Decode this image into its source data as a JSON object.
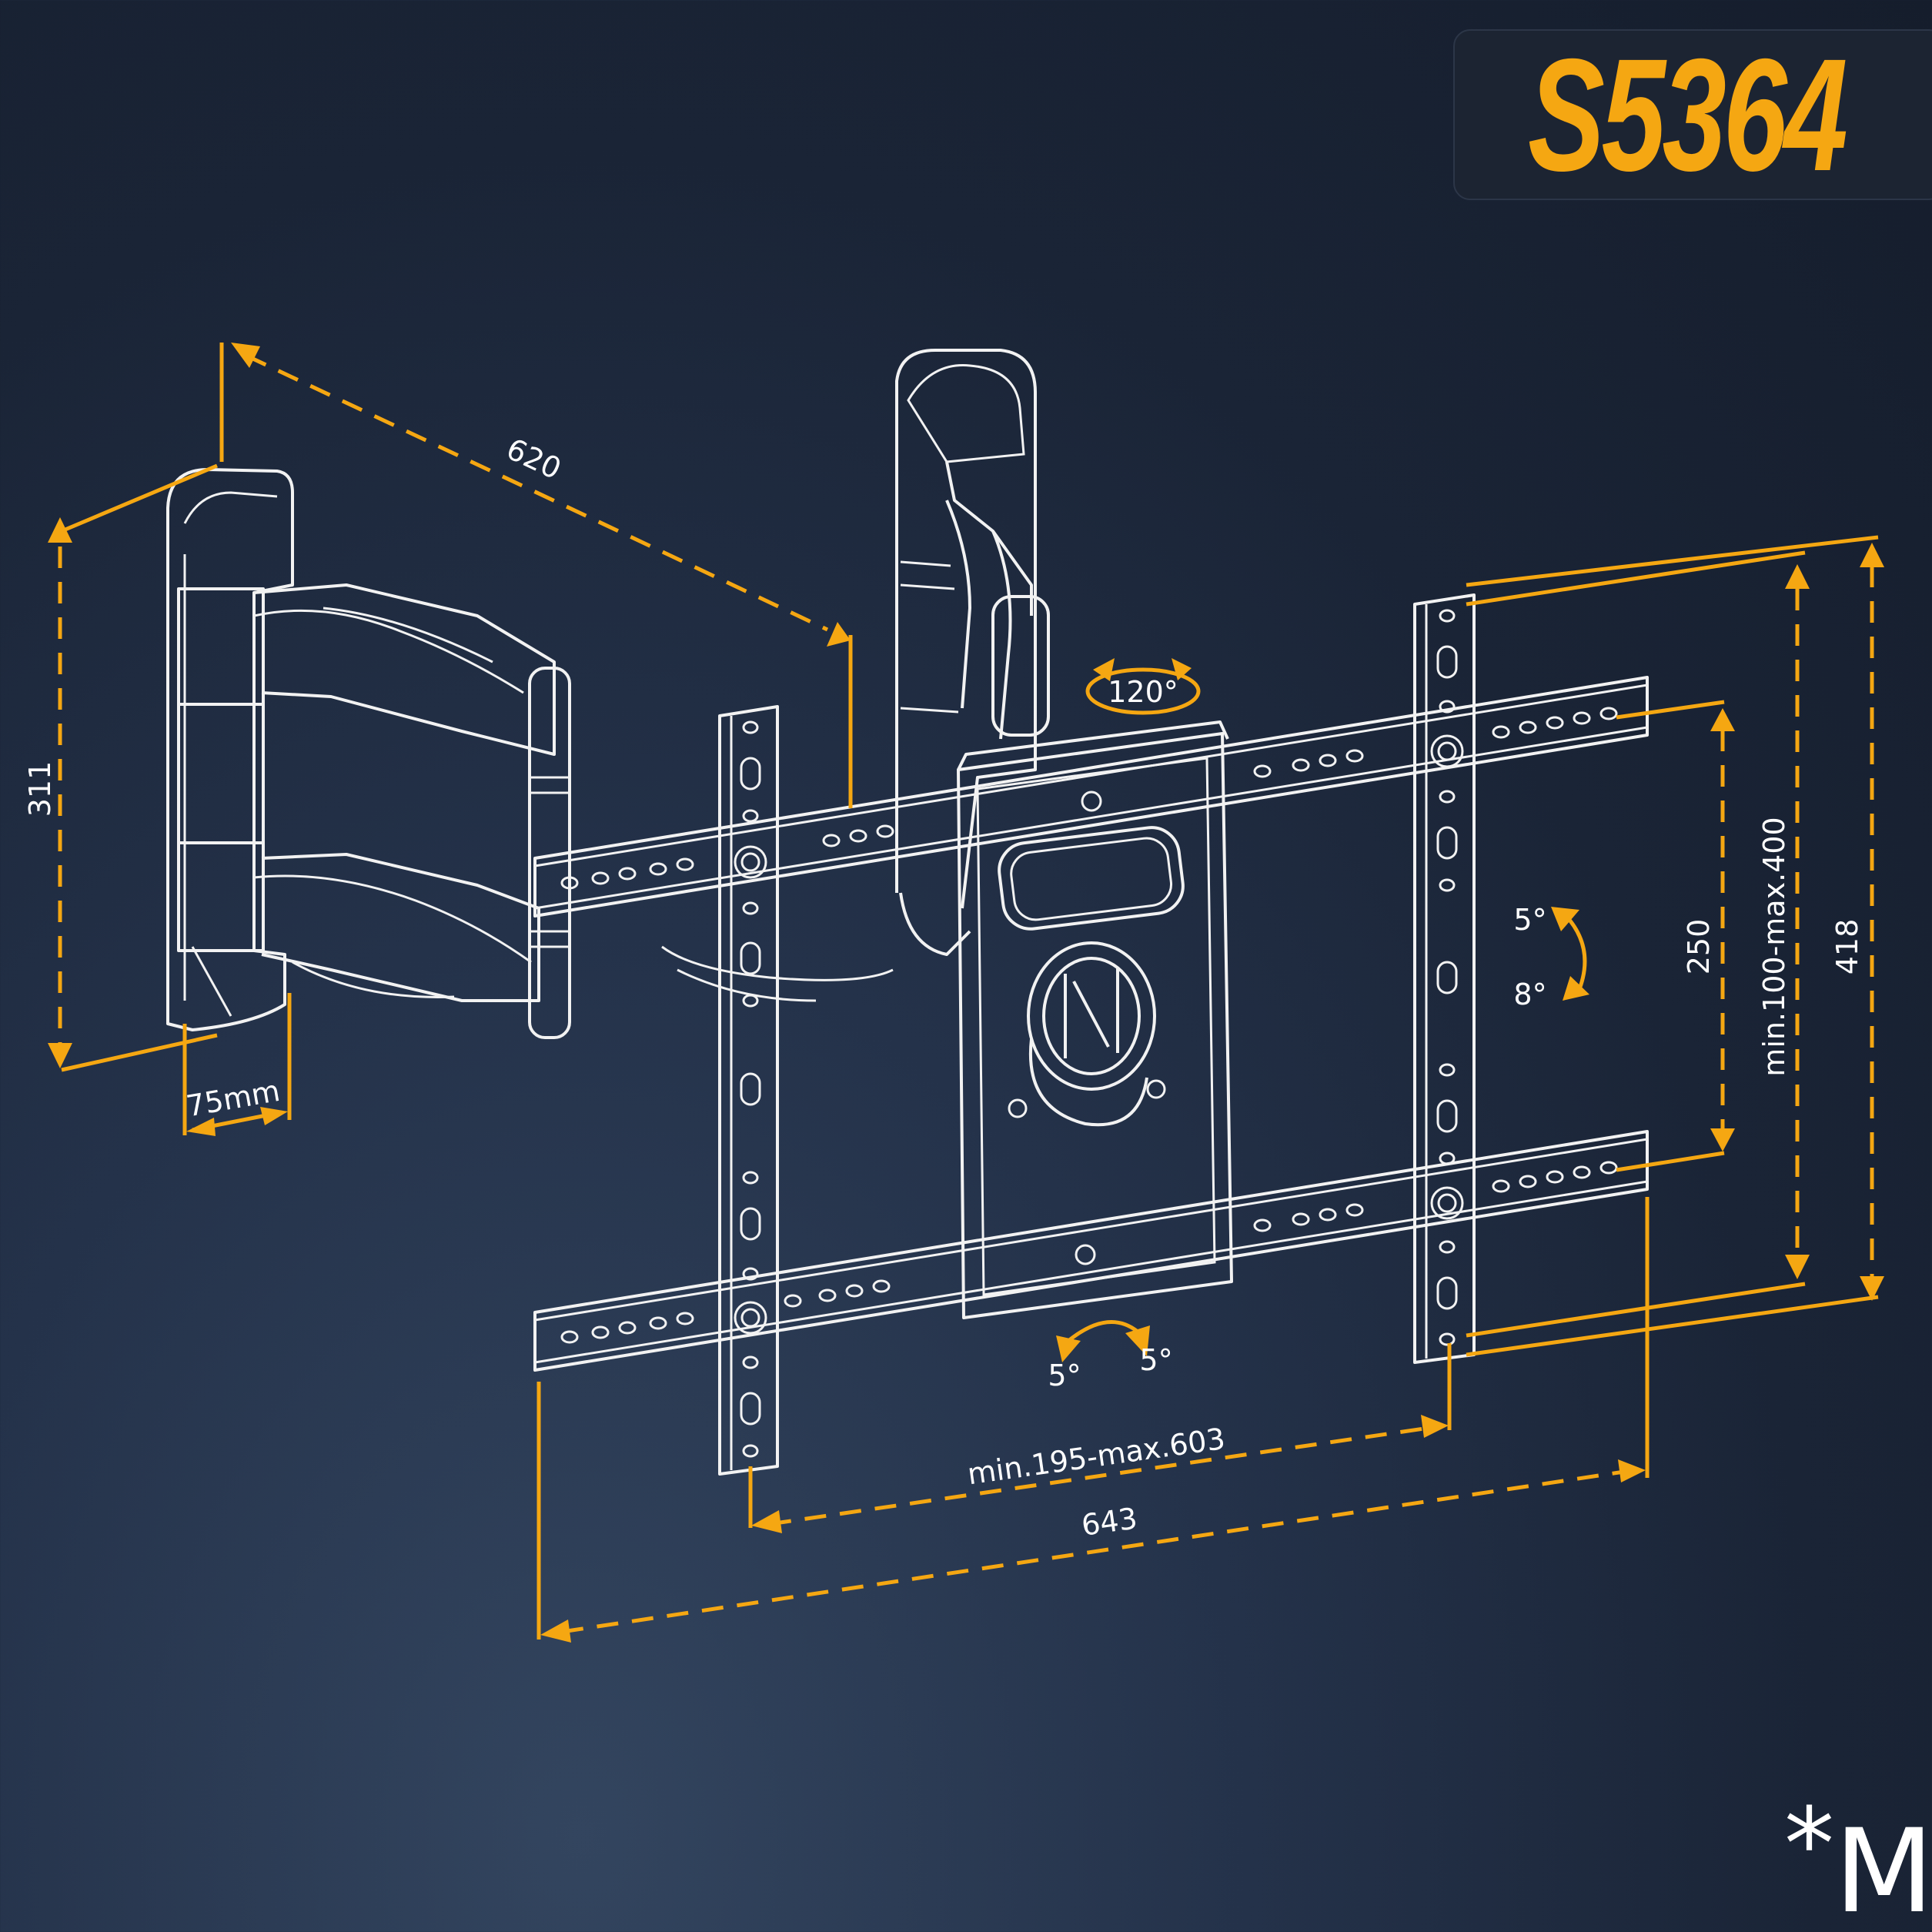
{
  "model": "S5364",
  "unit_note": {
    "star": "*",
    "text": "MM"
  },
  "dimensions": {
    "wall_plate_height": "311",
    "arm_extension": "620",
    "wall_plate_depth": "75mm",
    "swivel_angle": "120°",
    "tilt_up": "5°",
    "tilt_down": "8°",
    "rotation_left": "5°",
    "rotation_right": "5°",
    "vesa_width_range": "min.195-max.603",
    "rail_length": "643",
    "vesa_height_range": "min.100-max.400",
    "rail_spacing": "250",
    "arm_height": "418"
  },
  "colors": {
    "accent": "#f5a712",
    "line": "#f2f2f2",
    "background": "#1b2537"
  }
}
